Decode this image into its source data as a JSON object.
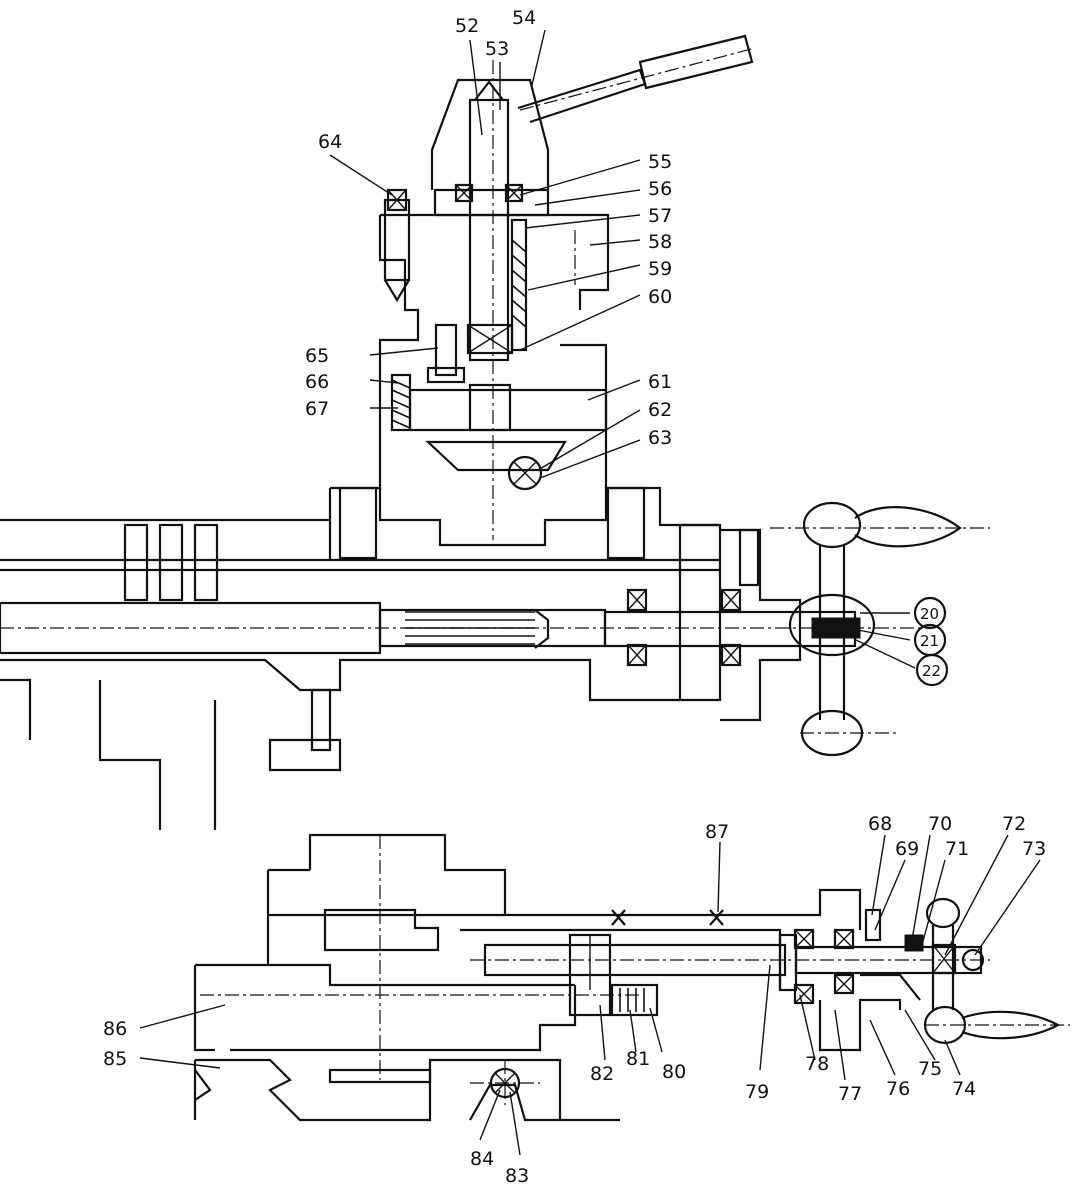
{
  "labels": {
    "p52": "52",
    "p53": "53",
    "p54": "54",
    "p55": "55",
    "p56": "56",
    "p57": "57",
    "p58": "58",
    "p59": "59",
    "p60": "60",
    "p61": "61",
    "p62": "62",
    "p63": "63",
    "p64": "64",
    "p65": "65",
    "p66": "66",
    "p67": "67",
    "c20": "20",
    "c21": "21",
    "c22": "22",
    "p68": "68",
    "p69": "69",
    "p70": "70",
    "p71": "71",
    "p72": "72",
    "p73": "73",
    "p74": "74",
    "p75": "75",
    "p76": "76",
    "p77": "77",
    "p78": "78",
    "p79": "79",
    "p80": "80",
    "p81": "81",
    "p82": "82",
    "p83": "83",
    "p84": "84",
    "p85": "85",
    "p86": "86",
    "p87": "87"
  }
}
